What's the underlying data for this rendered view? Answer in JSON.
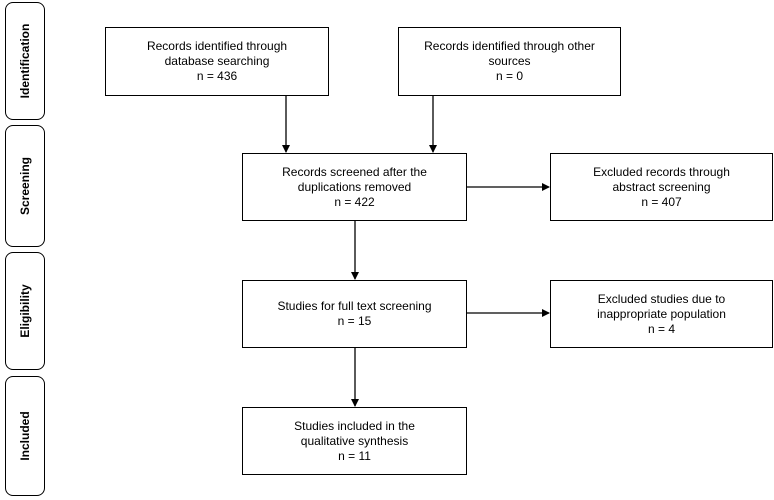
{
  "stages": [
    {
      "id": "identification",
      "label": "Identification"
    },
    {
      "id": "screening",
      "label": "Screening"
    },
    {
      "id": "eligibility",
      "label": "Eligibility"
    },
    {
      "id": "included",
      "label": "Included"
    }
  ],
  "boxes": {
    "db_search": {
      "lines": [
        "Records identified through",
        "database searching",
        "n = 436"
      ]
    },
    "other_sources": {
      "lines": [
        "Records identified through other",
        "sources",
        "n = 0"
      ]
    },
    "screened": {
      "lines": [
        "Records screened after the",
        "duplications removed",
        "n = 422"
      ]
    },
    "excluded_abstract": {
      "lines": [
        "Excluded records through",
        "abstract screening",
        "n = 407"
      ]
    },
    "full_text": {
      "lines": [
        "Studies for full text screening",
        "n = 15"
      ]
    },
    "excluded_population": {
      "lines": [
        "Excluded studies due to",
        "inappropriate population",
        "n = 4"
      ]
    },
    "included": {
      "lines": [
        "Studies included in the",
        "qualitative synthesis",
        "n = 11"
      ]
    }
  }
}
